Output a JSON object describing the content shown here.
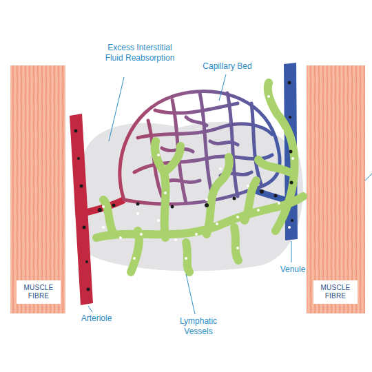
{
  "diagram": {
    "nodes": [
      {
        "text": [
          "MUSCLE FIBRE"
        ]
      },
      {
        "text": [
          "MUSCLE FIBRE"
        ]
      }
    ],
    "labels": [
      "Excess Interstitial Fluid Reabsorption",
      "Capillary Bed",
      "Venule",
      "Arteriole",
      "Lymphatic Vessels"
    ]
  }
}
